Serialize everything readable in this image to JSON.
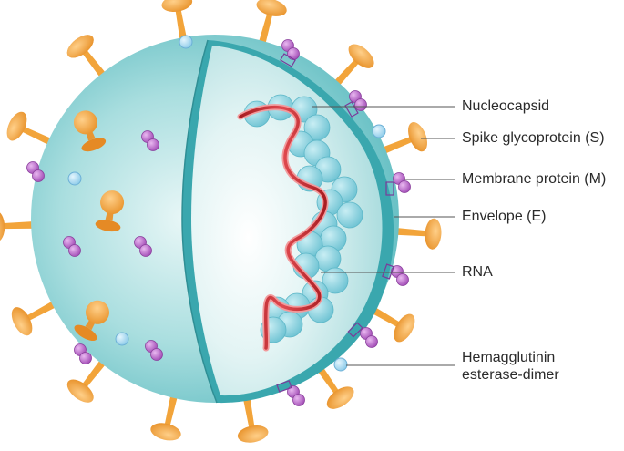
{
  "labels": {
    "nucleocapsid": "Nucleocapsid",
    "spike": "Spike glycoprotein (S)",
    "membrane": "Membrane protein (M)",
    "envelope": "Envelope (E)",
    "rna": "RNA",
    "hemagglutinin_line1": "Hemagglutinin",
    "hemagglutinin_line2": "esterase-dimer"
  },
  "colors": {
    "envelope_fill": "#8fd3d6",
    "envelope_edge": "#3aa7ae",
    "spike": "#f2a43a",
    "membrane_protein": "#b35fc4",
    "hemagglutinin": "#a9dcf3",
    "nucleocapsid": "#7fcfde",
    "rna": "#c0262c"
  }
}
